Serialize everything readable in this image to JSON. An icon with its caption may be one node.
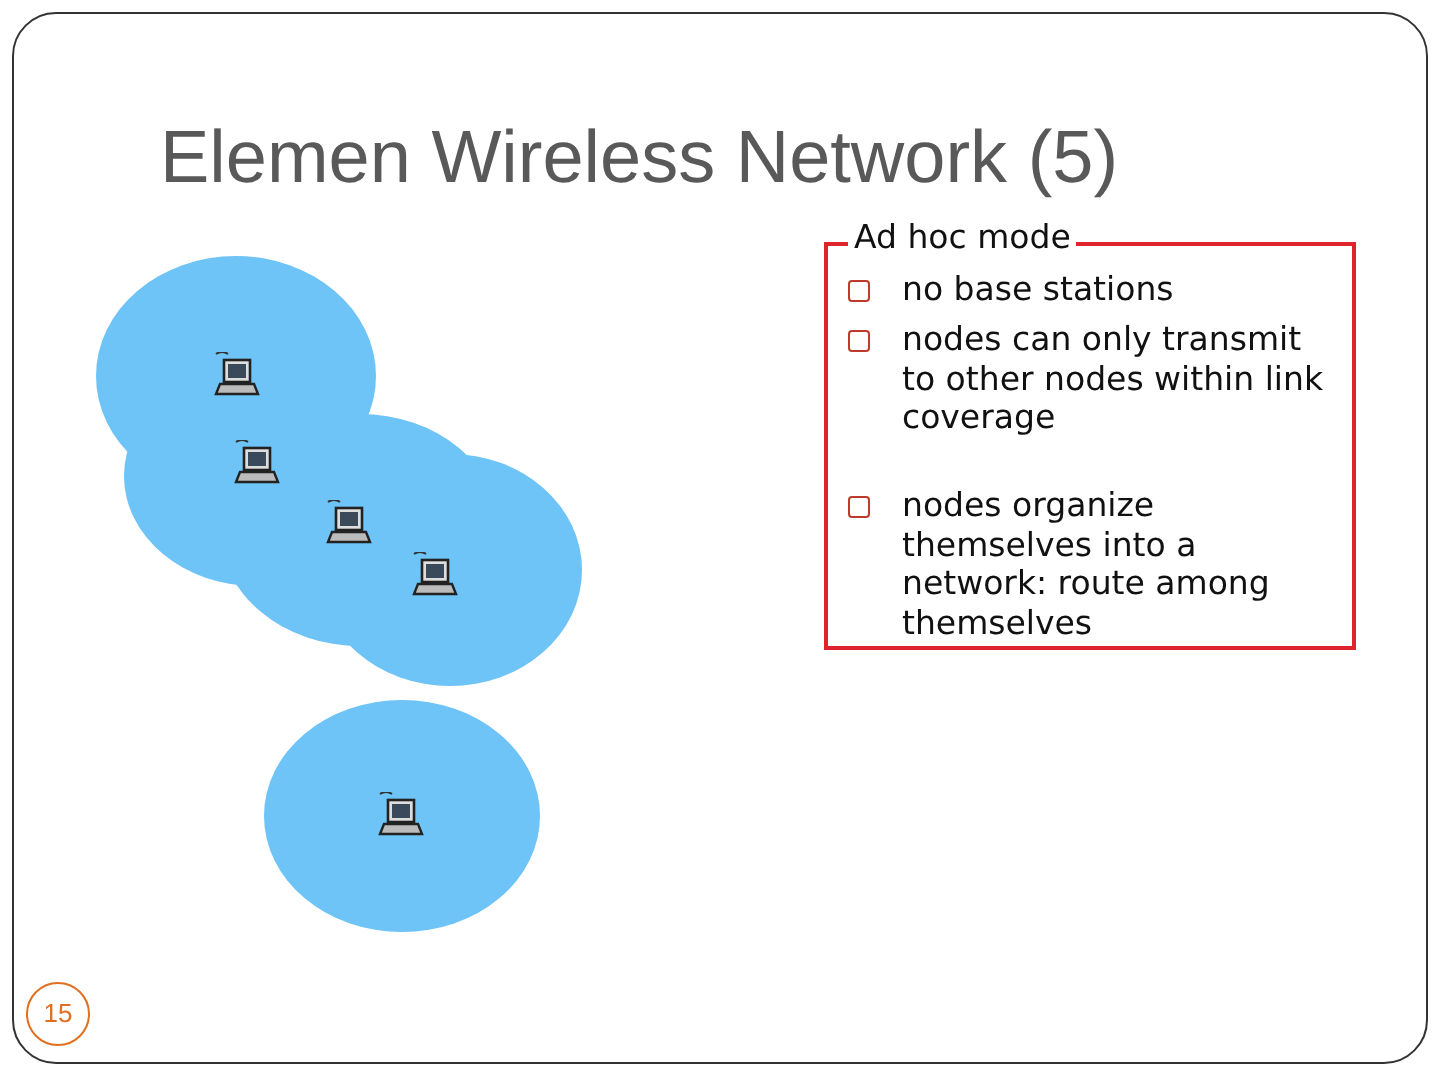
{
  "diagram": {
    "title": "Elemen Wireless Network (5)",
    "nodes": [
      {
        "text": [
          "Ad hoc mode",
          "no base stations",
          "nodes can only transmit to other nodes within link coverage",
          "nodes organize themselves into a network: route among themselves"
        ]
      }
    ],
    "labels": [
      "15"
    ]
  }
}
